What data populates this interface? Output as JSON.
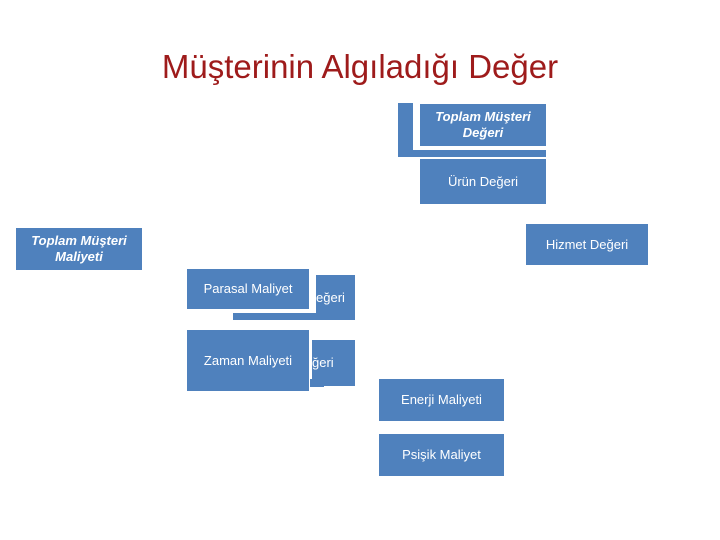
{
  "slide": {
    "title": "Müşterinin Algıladığı Değer",
    "title_color": "#9e1b1b",
    "background_color": "#ffffff",
    "node_fill_color": "#4f81bd",
    "node_text_color": "#ffffff"
  },
  "nodes": {
    "toplam_musteri_degeri": "Toplam Müşteri\nDeğeri",
    "urun_degeri": "Ürün  Değeri",
    "hizmet_degeri": "Hizmet Değeri",
    "toplam_musteri_maliyeti": "Toplam Müşteri\nMaliyeti",
    "parasal_maliyet": "Parasal Maliyet",
    "personel_degeri_partial": "eğeri",
    "zaman_maliyeti": "Zaman Maliyeti",
    "imaj_degeri_partial": "ğeri",
    "enerji_maliyeti": "Enerji Maliyeti",
    "psisik_maliyet": "Psişik Maliyet"
  }
}
